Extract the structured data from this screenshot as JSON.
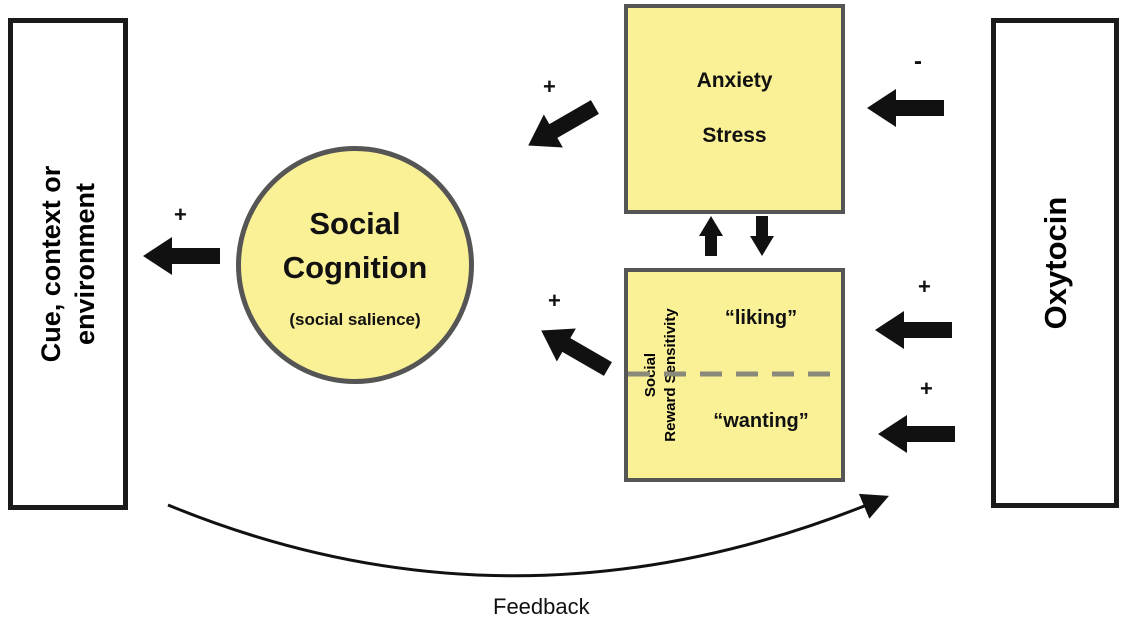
{
  "left_box": {
    "line1": "Cue, context or",
    "line2": "environment"
  },
  "right_box": {
    "label": "Oxytocin"
  },
  "circle": {
    "title_line1": "Social",
    "title_line2": "Cognition",
    "subtitle": "(social salience)"
  },
  "anxiety_box": {
    "line1": "Anxiety",
    "line2": "Stress"
  },
  "reward_box": {
    "side_line1": "Social",
    "side_line2": "Reward Sensitivity",
    "liking": "“liking”",
    "wanting": "“wanting”"
  },
  "signs": {
    "circle_to_cue": "+",
    "anxiety_to_circle": "+",
    "reward_to_circle": "+",
    "oxytocin_to_anxiety": "-",
    "oxytocin_to_liking": "+",
    "oxytocin_to_wanting": "+"
  },
  "feedback_label": "Feedback",
  "colors": {
    "yellow_fill": "#faf096",
    "yellow_border": "#555555",
    "arrow": "#111111",
    "dash": "#8a8a7a"
  }
}
